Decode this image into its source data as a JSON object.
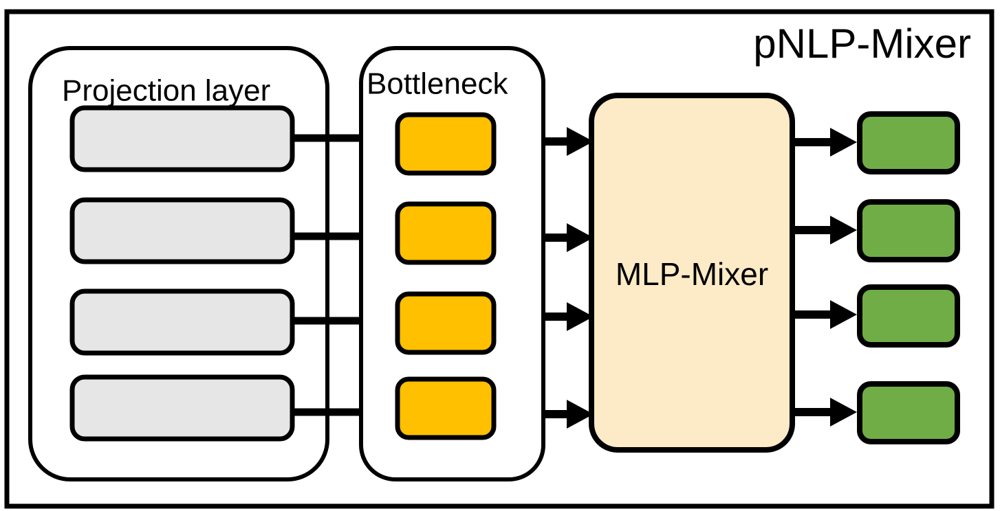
{
  "figure": {
    "title": "pNLP-Mixer",
    "type": "architecture-block-diagram",
    "frame": {
      "stroke": "#000000",
      "fill": "#ffffff"
    }
  },
  "groups": [
    {
      "id": "projection-layer",
      "label": "Projection layer",
      "stroke": "#000000",
      "fill": "#ffffff",
      "blocks_count": 4,
      "block_fill": "#E7E6E6",
      "block_stroke": "#000000"
    },
    {
      "id": "bottleneck",
      "label": "Bottleneck",
      "stroke": "#000000",
      "fill": "#ffffff",
      "blocks_count": 4,
      "block_fill": "#FFC000",
      "block_stroke": "#000000"
    }
  ],
  "mixer": {
    "label": "MLP-Mixer",
    "fill": "#FCEBC6",
    "stroke": "#000000"
  },
  "outputs": {
    "count": 4,
    "fill": "#70AD47",
    "stroke": "#000000"
  },
  "connectors": {
    "projection_to_bottleneck": {
      "type": "line",
      "count": 4,
      "stroke": "#000000"
    },
    "bottleneck_to_mixer": {
      "type": "arrow",
      "count": 4,
      "stroke": "#000000"
    },
    "mixer_to_outputs": {
      "type": "arrow",
      "count": 4,
      "stroke": "#000000"
    }
  },
  "chart_data": {
    "type": "diagram",
    "title": "pNLP-Mixer",
    "nodes": [
      {
        "id": "projection-layer",
        "label": "Projection layer",
        "kind": "group",
        "color": "#ffffff",
        "children": [
          "proj-1",
          "proj-2",
          "proj-3",
          "proj-4"
        ]
      },
      {
        "id": "proj-1",
        "label": "",
        "kind": "block",
        "color": "#E7E6E6"
      },
      {
        "id": "proj-2",
        "label": "",
        "kind": "block",
        "color": "#E7E6E6"
      },
      {
        "id": "proj-3",
        "label": "",
        "kind": "block",
        "color": "#E7E6E6"
      },
      {
        "id": "proj-4",
        "label": "",
        "kind": "block",
        "color": "#E7E6E6"
      },
      {
        "id": "bottleneck",
        "label": "Bottleneck",
        "kind": "group",
        "color": "#ffffff",
        "children": [
          "btl-1",
          "btl-2",
          "btl-3",
          "btl-4"
        ]
      },
      {
        "id": "btl-1",
        "label": "",
        "kind": "block",
        "color": "#FFC000"
      },
      {
        "id": "btl-2",
        "label": "",
        "kind": "block",
        "color": "#FFC000"
      },
      {
        "id": "btl-3",
        "label": "",
        "kind": "block",
        "color": "#FFC000"
      },
      {
        "id": "btl-4",
        "label": "",
        "kind": "block",
        "color": "#FFC000"
      },
      {
        "id": "mlp-mixer",
        "label": "MLP-Mixer",
        "kind": "block",
        "color": "#FCEBC6"
      },
      {
        "id": "out-1",
        "label": "",
        "kind": "block",
        "color": "#70AD47"
      },
      {
        "id": "out-2",
        "label": "",
        "kind": "block",
        "color": "#70AD47"
      },
      {
        "id": "out-3",
        "label": "",
        "kind": "block",
        "color": "#70AD47"
      },
      {
        "id": "out-4",
        "label": "",
        "kind": "block",
        "color": "#70AD47"
      }
    ],
    "edges": [
      {
        "from": "proj-1",
        "to": "btl-1",
        "arrow": false
      },
      {
        "from": "proj-2",
        "to": "btl-2",
        "arrow": false
      },
      {
        "from": "proj-3",
        "to": "btl-3",
        "arrow": false
      },
      {
        "from": "proj-4",
        "to": "btl-4",
        "arrow": false
      },
      {
        "from": "btl-1",
        "to": "mlp-mixer",
        "arrow": true
      },
      {
        "from": "btl-2",
        "to": "mlp-mixer",
        "arrow": true
      },
      {
        "from": "btl-3",
        "to": "mlp-mixer",
        "arrow": true
      },
      {
        "from": "btl-4",
        "to": "mlp-mixer",
        "arrow": true
      },
      {
        "from": "mlp-mixer",
        "to": "out-1",
        "arrow": true
      },
      {
        "from": "mlp-mixer",
        "to": "out-2",
        "arrow": true
      },
      {
        "from": "mlp-mixer",
        "to": "out-3",
        "arrow": true
      },
      {
        "from": "mlp-mixer",
        "to": "out-4",
        "arrow": true
      }
    ]
  }
}
